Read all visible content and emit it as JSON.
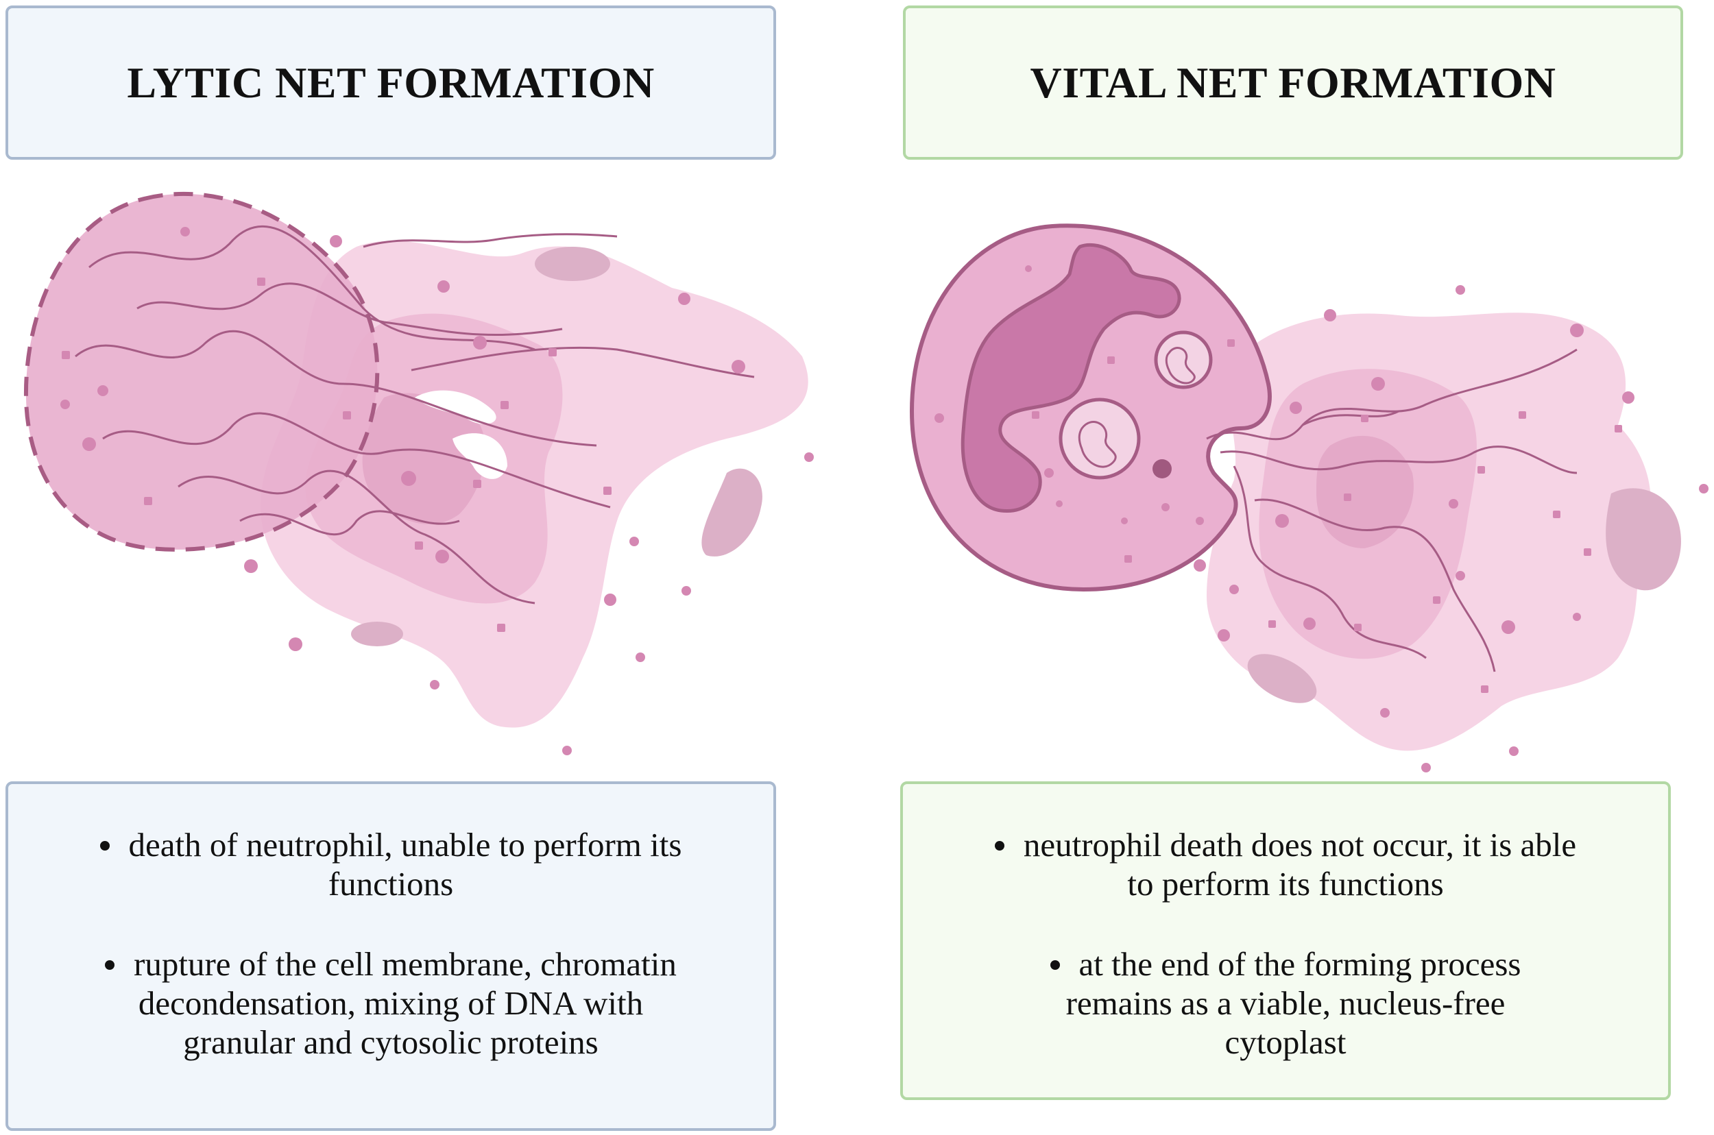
{
  "lytic": {
    "title": "LYTIC NET FORMATION",
    "points": [
      "death of neutrophil, unable to perform its functions",
      "rupture of the cell membrane, chromatin decondensation, mixing of DNA with granular and cytosolic proteins"
    ]
  },
  "vital": {
    "title": "VITAL NET FORMATION",
    "points": [
      "neutrophil death does not occur, it is able to perform its functions",
      "at the end of the forming process remains as a viable, nucleus-free cytoplast"
    ]
  },
  "colors": {
    "blue_panel": "#f1f6fb",
    "blue_border": "#a9b9cf",
    "green_panel": "#f5fbf1",
    "green_border": "#b2d8a4",
    "cell_pink": "#e8aecd",
    "net_pink": "#f4cde0",
    "nucleus": "#c978a8"
  }
}
